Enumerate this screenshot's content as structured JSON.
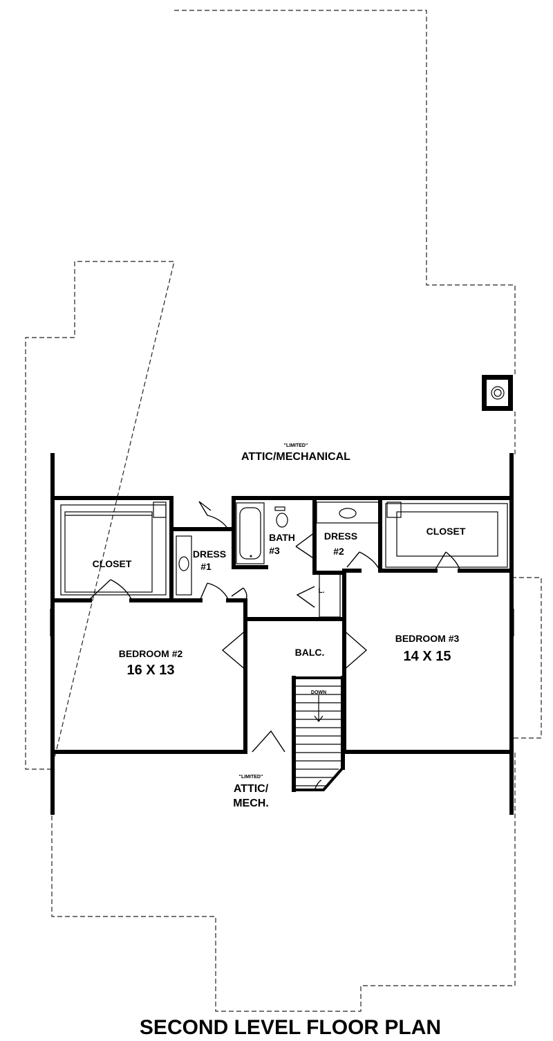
{
  "plan": {
    "title": "SECOND LEVEL FLOOR PLAN",
    "attic_top": {
      "qualifier": "\"LIMITED\"",
      "name": "ATTIC/MECHANICAL"
    },
    "attic_bottom": {
      "qualifier": "\"LIMITED\"",
      "name_line1": "ATTIC/",
      "name_line2": "MECH."
    },
    "rooms": {
      "closet_left": "CLOSET",
      "dress1_line1": "DRESS",
      "dress1_line2": "#1",
      "bath3_line1": "BATH",
      "bath3_line2": "#3",
      "dress2_line1": "DRESS",
      "dress2_line2": "#2",
      "closet_right": "CLOSET",
      "linen": "L.",
      "bedroom2_name": "BEDROOM #2",
      "bedroom2_size": "16 X 13",
      "balcony": "BALC.",
      "bedroom3_name": "BEDROOM #3",
      "bedroom3_size": "14 X 15",
      "stair_label": "DOWN"
    }
  }
}
